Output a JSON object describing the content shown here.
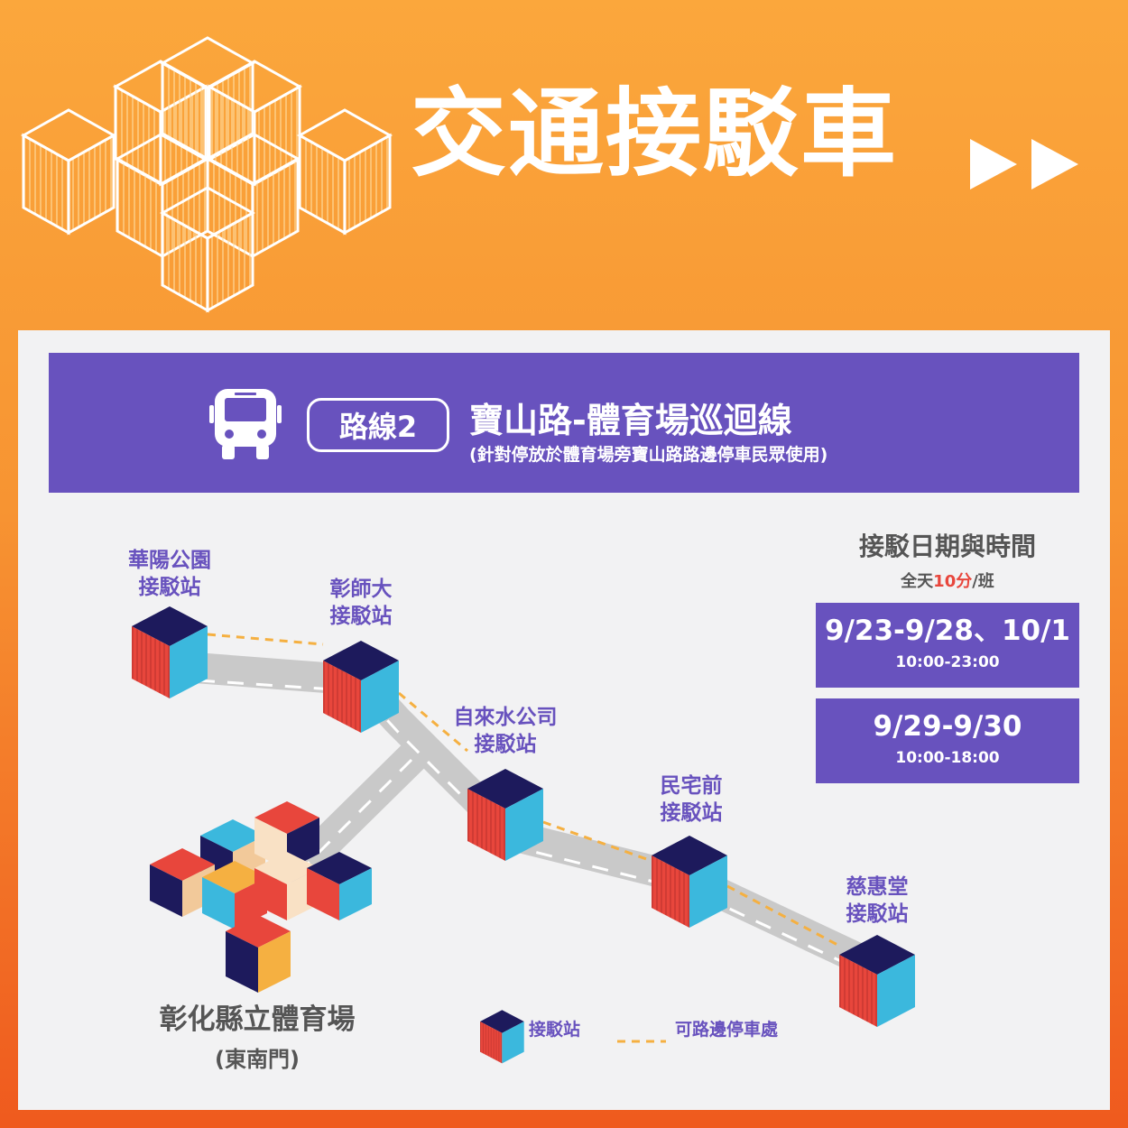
{
  "header": {
    "title": "交通接駁車",
    "arrows_icon": "double-play-arrows",
    "decoration": "isometric-cube-cluster"
  },
  "route": {
    "icon": "bus-icon",
    "badge": "路線2",
    "name": "寶山路-體育場巡迴線",
    "note": "(針對停放於體育場旁寶山路路邊停車民眾使用)"
  },
  "stations": [
    {
      "line1": "華陽公園",
      "line2": "接駁站"
    },
    {
      "line1": "彰師大",
      "line2": "接駁站"
    },
    {
      "line1": "自來水公司",
      "line2": "接駁站"
    },
    {
      "line1": "民宅前",
      "line2": "接駁站"
    },
    {
      "line1": "慈惠堂",
      "line2": "接駁站"
    }
  ],
  "destination": {
    "name": "彰化縣立體育場",
    "gate": "(東南門)"
  },
  "schedule": {
    "title": "接駁日期與時間",
    "freq_prefix": "全天",
    "freq_accent": "10分",
    "freq_suffix": "/班",
    "slots": [
      {
        "dates": "9/23-9/28、10/1",
        "hours": "10:00-23:00"
      },
      {
        "dates": "9/29-9/30",
        "hours": "10:00-18:00"
      }
    ]
  },
  "legend": {
    "station": "接駁站",
    "parking": "可路邊停車處"
  },
  "colors": {
    "purple": "#6852be",
    "navy": "#1d1a5c",
    "red": "#e8463c",
    "cyan": "#3bb8dd",
    "road": "#c9c9c9",
    "dash": "#f5b041"
  }
}
